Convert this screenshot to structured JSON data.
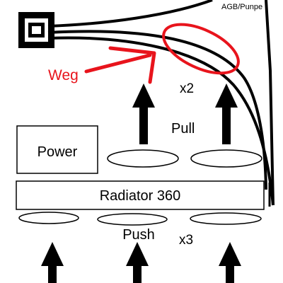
{
  "diagram": {
    "top_right_label": "AGB/Punpe",
    "annotation_label": "Weg",
    "count_top": "x2",
    "pull_label": "Pull",
    "power_label": "Power",
    "radiator_label": "Radiator 360",
    "push_label": "Push",
    "count_bottom": "x3"
  },
  "colors": {
    "annotation": "#e8141c",
    "ink": "#000000",
    "background": "#ffffff"
  },
  "icons": {
    "port": "port-square-icon",
    "arrow": "up-arrow-icon"
  }
}
